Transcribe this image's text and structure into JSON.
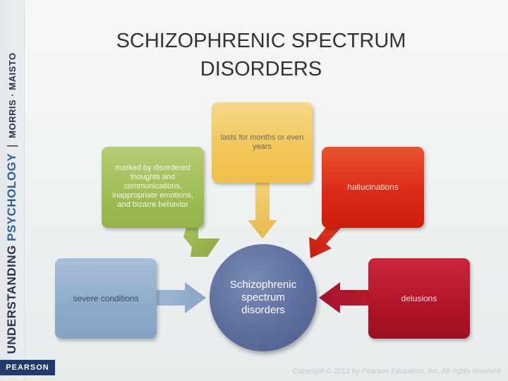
{
  "sidebar": {
    "brand_part1": "UNDERSTANDING",
    "brand_part2": "PSYCHOLOGY",
    "separator": "|",
    "authors": "MORRIS · MAISTO",
    "publisher_logo": "PEARSON"
  },
  "slide": {
    "title_line1": "SCHIZOPHRENIC SPECTRUM",
    "title_line2": "DISORDERS"
  },
  "diagram": {
    "center": "Schizophrenic spectrum disorders",
    "nodes": {
      "top": "lasts for months or even years",
      "upper_left": "marked by disordered thoughts and communications, inappropriate emotions, and bizarre behavior",
      "upper_right": "hallucinations",
      "left": "severe conditions",
      "right": "delusions"
    },
    "colors": {
      "top": "#f2c75a",
      "upper_left": "#9fbd55",
      "upper_right": "#dc2a18",
      "left": "#8eaacb",
      "right": "#b01428",
      "center": "#5d6d9e"
    }
  },
  "footer": {
    "copyright": "Copyright © 2013 by Pearson Education, Inc. All rights reserved"
  }
}
